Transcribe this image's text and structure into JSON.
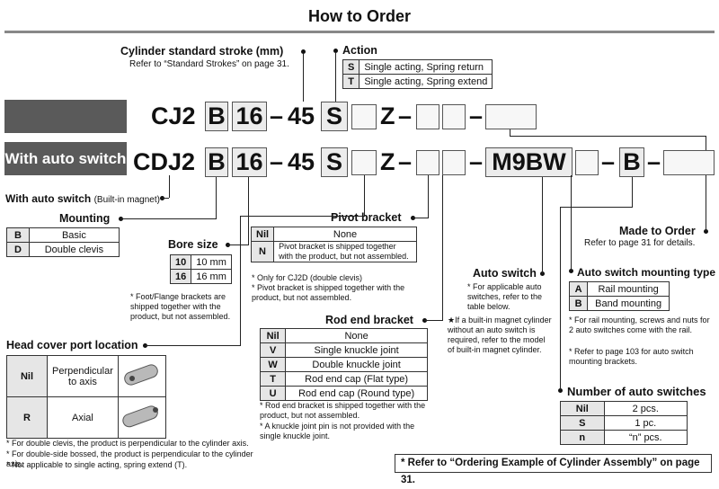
{
  "title": "How to Order",
  "bar2_label": "With auto switch",
  "code1": {
    "a": "CJ2",
    "b": "B",
    "c": "16",
    "d": "45",
    "e": "S",
    "f": "Z"
  },
  "code2": {
    "a": "CDJ2",
    "b": "B",
    "c": "16",
    "d": "45",
    "e": "S",
    "f": "Z",
    "g": "M9BW",
    "h": "B"
  },
  "dash": "–",
  "stroke": {
    "heading": "Cylinder standard stroke (mm)",
    "note": "Refer to “Standard Strokes” on page 31."
  },
  "action": {
    "heading": "Action",
    "rows": [
      {
        "k": "S",
        "v": "Single acting, Spring return"
      },
      {
        "k": "T",
        "v": "Single acting, Spring extend"
      }
    ]
  },
  "with_switch": {
    "label": "With auto switch",
    "note": "(Built-in magnet)"
  },
  "mounting": {
    "heading": "Mounting",
    "rows": [
      {
        "k": "B",
        "v": "Basic"
      },
      {
        "k": "D",
        "v": "Double clevis"
      }
    ]
  },
  "bore": {
    "heading": "Bore size",
    "rows": [
      {
        "k": "10",
        "v": "10 mm"
      },
      {
        "k": "16",
        "v": "16 mm"
      }
    ],
    "note": "* Foot/Flange brackets are shipped together with the product, but not assembled."
  },
  "pivot": {
    "heading": "Pivot bracket",
    "rows": [
      {
        "k": "Nil",
        "v": "None"
      },
      {
        "k": "N",
        "v": "Pivot bracket is shipped together with the product, but not assembled."
      }
    ],
    "notes": [
      "* Only for CJ2D (double clevis)",
      "* Pivot bracket is shipped together with the product, but not assembled."
    ]
  },
  "rod_end": {
    "heading": "Rod end bracket",
    "rows": [
      {
        "k": "Nil",
        "v": "None"
      },
      {
        "k": "V",
        "v": "Single knuckle joint"
      },
      {
        "k": "W",
        "v": "Double knuckle joint"
      },
      {
        "k": "T",
        "v": "Rod end cap (Flat type)"
      },
      {
        "k": "U",
        "v": "Rod end cap (Round type)"
      }
    ],
    "notes": [
      "* Rod end bracket is shipped together with the product, but not assembled.",
      "* A knuckle joint pin is not provided with the single knuckle joint."
    ]
  },
  "head_cover": {
    "heading": "Head cover port location",
    "rows": [
      {
        "k": "Nil",
        "v": "Perpendicular to axis"
      },
      {
        "k": "R",
        "v": "Axial"
      }
    ],
    "notes": [
      "* For double clevis, the product is perpendicular to the cylinder axis.",
      "* For double-side bossed, the product is perpendicular to the cylinder axis.",
      "* Not applicable to single acting, spring extend (T)."
    ]
  },
  "auto_switch": {
    "heading": "Auto switch",
    "note": "* For applicable auto switches, refer to the table below.",
    "star_note": "★If a built-in magnet cylinder without an auto switch is required, refer to the model of built-in magnet cylinder."
  },
  "made_to_order": {
    "heading": "Made to Order",
    "note": "Refer to page 31 for details."
  },
  "mount_type": {
    "heading": "Auto switch mounting type",
    "rows": [
      {
        "k": "A",
        "v": "Rail mounting"
      },
      {
        "k": "B",
        "v": "Band mounting"
      }
    ],
    "notes": [
      "* For rail mounting, screws and nuts for 2 auto switches come with the rail.",
      "* Refer to page 103 for auto switch mounting brackets."
    ]
  },
  "num_switches": {
    "heading": "Number of auto switches",
    "rows": [
      {
        "k": "Nil",
        "v": "2 pcs."
      },
      {
        "k": "S",
        "v": "1 pc."
      },
      {
        "k": "n",
        "v": "“n” pcs."
      }
    ]
  },
  "footer": "* Refer to “Ordering Example of Cylinder Assembly” on page 31."
}
